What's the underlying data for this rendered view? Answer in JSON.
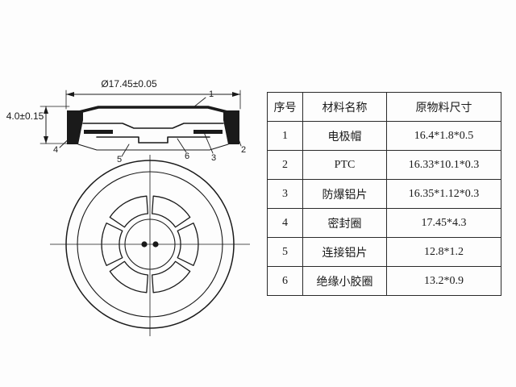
{
  "drawing": {
    "dim_diameter": "Ø17.45±0.05",
    "dim_height": "4.0±0.15",
    "callouts": [
      "1",
      "2",
      "3",
      "4",
      "5",
      "6"
    ]
  },
  "table": {
    "headers": {
      "no": "序号",
      "material": "材料名称",
      "size": "原物料尺寸"
    },
    "rows": [
      {
        "no": "1",
        "material": "电极帽",
        "size": "16.4*1.8*0.5"
      },
      {
        "no": "2",
        "material": "PTC",
        "size": "16.33*10.1*0.3"
      },
      {
        "no": "3",
        "material": "防爆铝片",
        "size": "16.35*1.12*0.3"
      },
      {
        "no": "4",
        "material": "密封圈",
        "size": "17.45*4.3"
      },
      {
        "no": "5",
        "material": "连接铝片",
        "size": "12.8*1.2"
      },
      {
        "no": "6",
        "material": "绝缘小胶圈",
        "size": "13.2*0.9"
      }
    ]
  },
  "colors": {
    "line": "#1a1a1a",
    "background": "#fdfdfd"
  }
}
